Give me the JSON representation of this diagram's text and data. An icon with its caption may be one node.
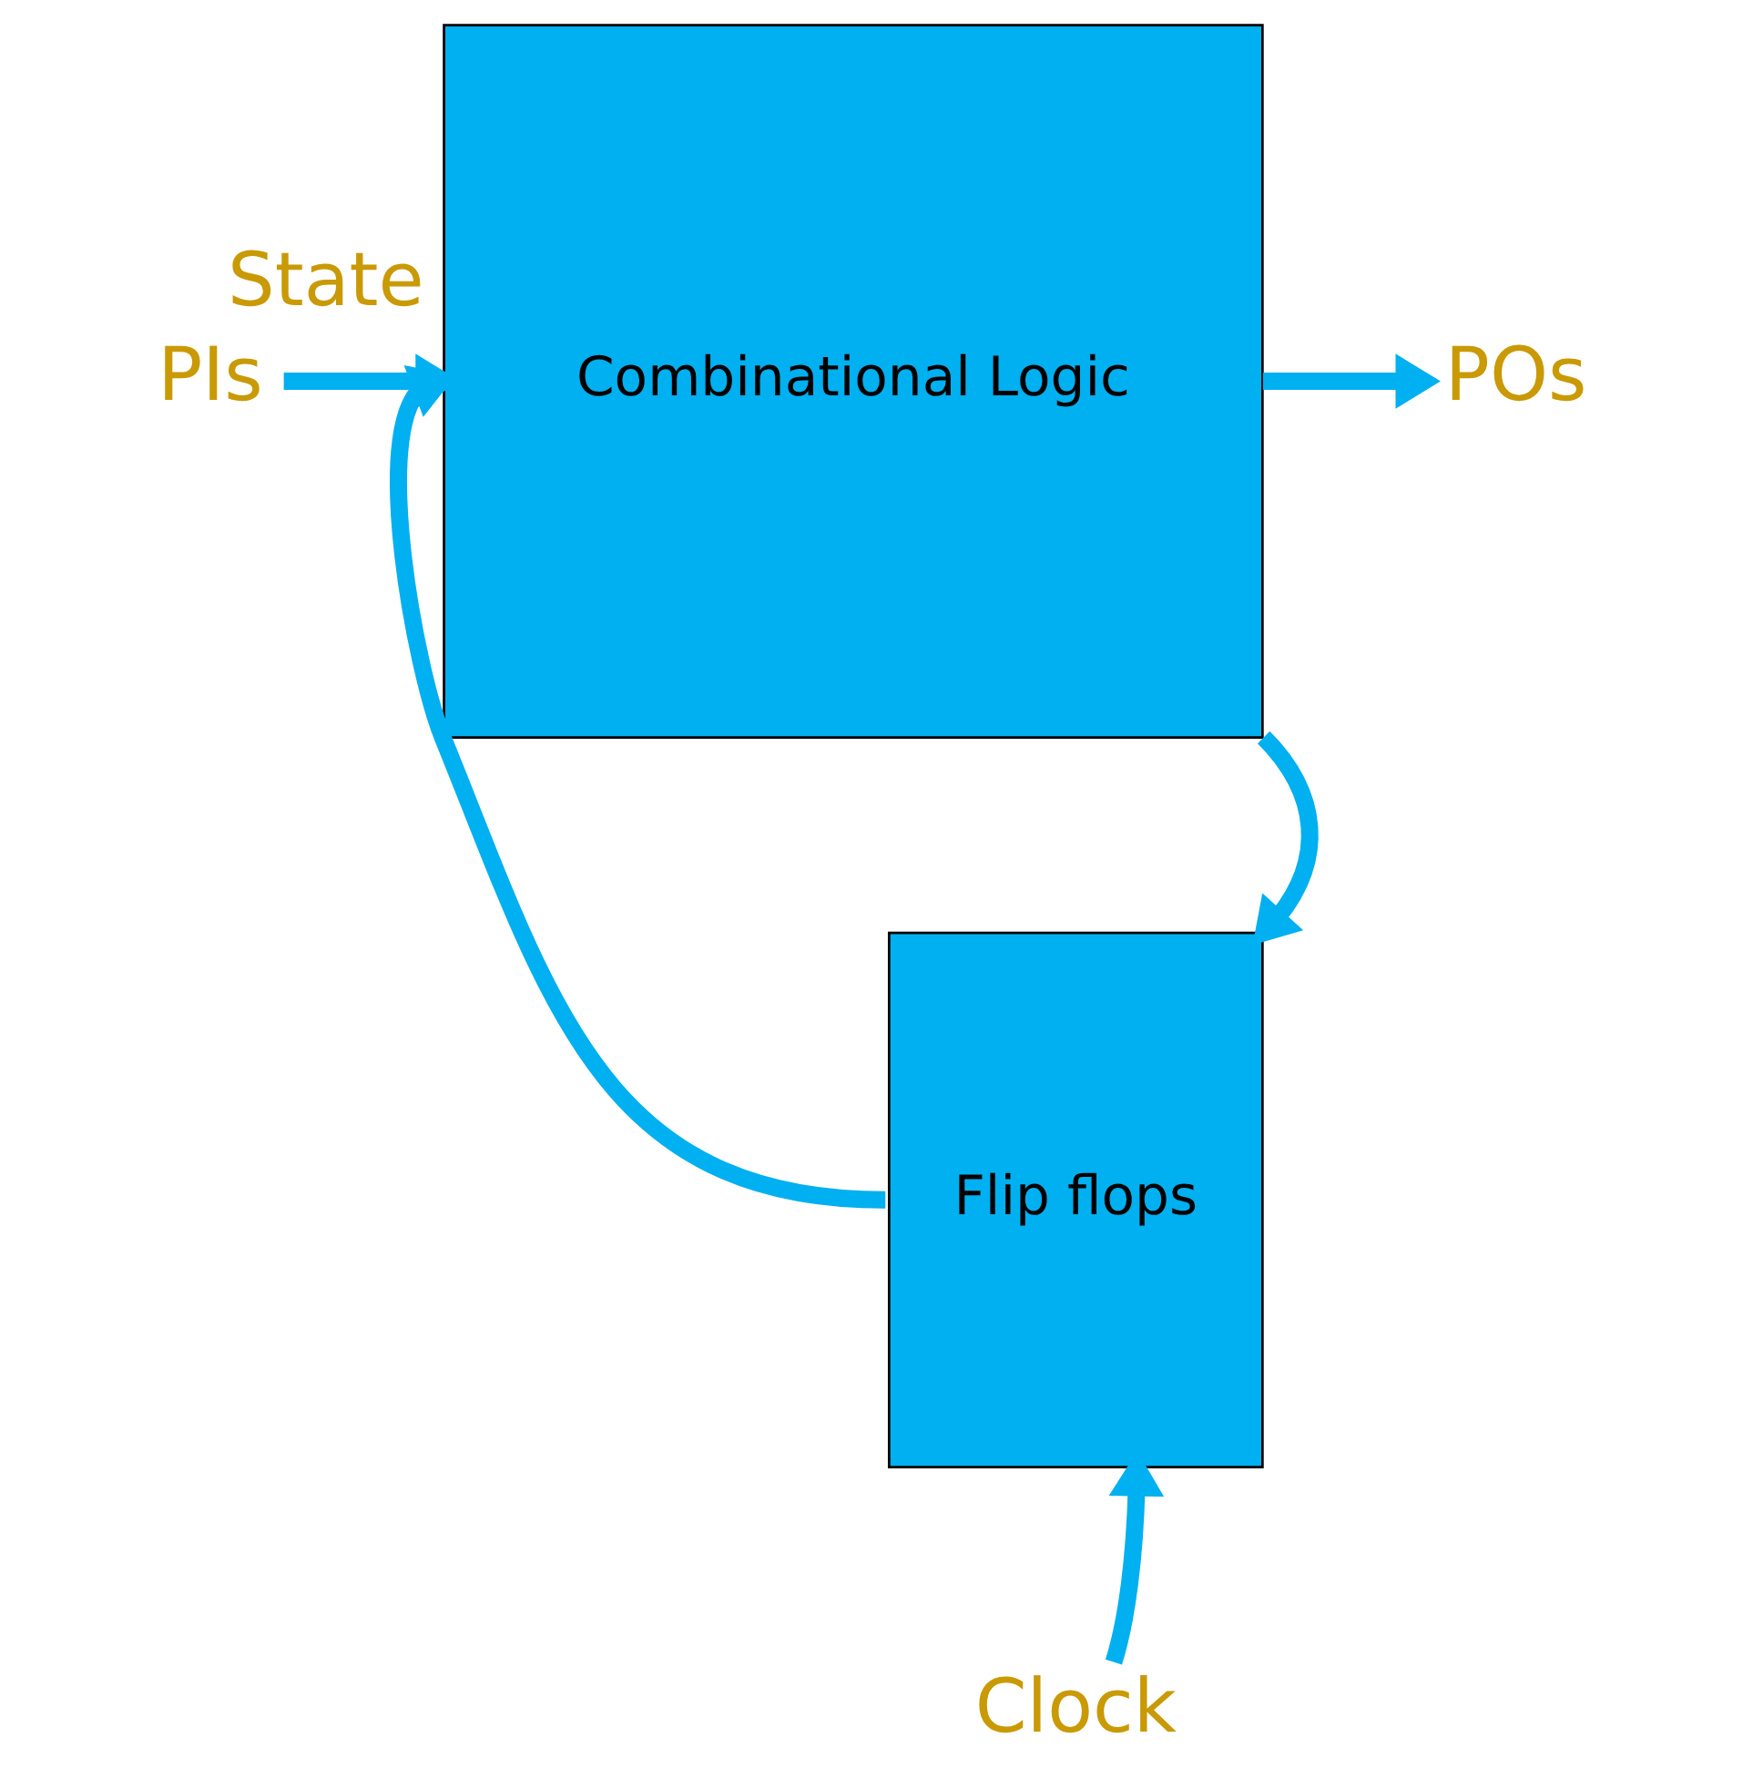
{
  "diagram": {
    "nodes": [
      {
        "text": [
          "PIs"
        ]
      },
      {
        "text": [
          "Combinational Logic"
        ]
      },
      {
        "text": [
          "POs"
        ]
      },
      {
        "text": [
          "Flip flops"
        ]
      },
      {
        "text": [
          "Clock"
        ]
      }
    ],
    "edges": [
      {
        "from": 0,
        "to": 1,
        "arrow": "to"
      },
      {
        "from": 1,
        "to": 2,
        "arrow": "to"
      },
      {
        "from": 1,
        "to": 3,
        "arrow": "to"
      },
      {
        "from": 3,
        "to": 1,
        "arrow": "to",
        "label": "State"
      },
      {
        "from": 4,
        "to": 3,
        "arrow": "to"
      }
    ]
  }
}
